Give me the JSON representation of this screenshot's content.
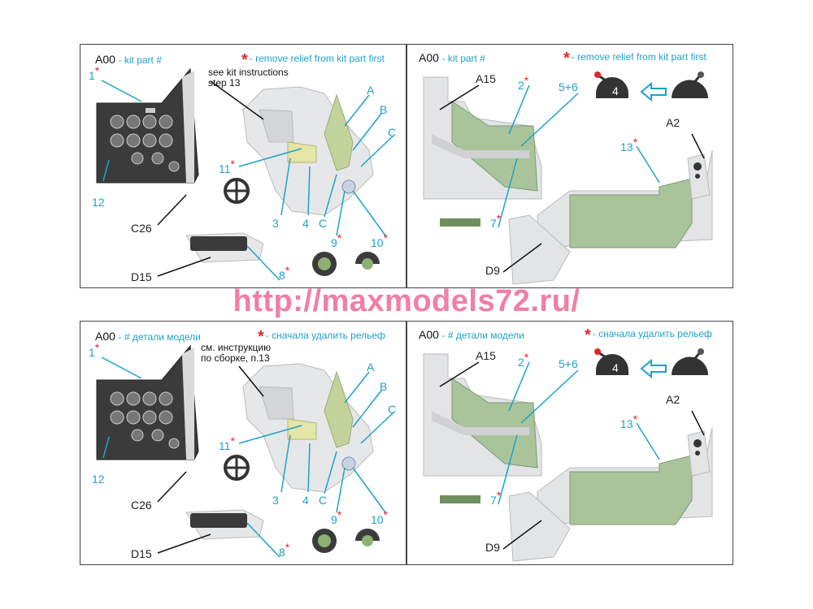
{
  "watermark": "http://maxmodels72.ru/",
  "panels": {
    "en_left": {
      "code": "A00",
      "legend_part": "- kit part #",
      "legend_relief": "- remove relief from kit part first",
      "note_lines": [
        "see kit instructions",
        "step 13"
      ],
      "parts": [
        "1",
        "12",
        "11",
        "3",
        "4",
        "C",
        "9",
        "10",
        "8",
        "A",
        "B",
        "C"
      ],
      "labels": [
        "C26",
        "D15"
      ]
    },
    "en_right": {
      "code": "A00",
      "legend_part": "- kit part #",
      "legend_relief": "- remove relief from kit part first",
      "parts": [
        "2",
        "5+6",
        "7",
        "13"
      ],
      "labels": [
        "A15",
        "A2",
        "D9"
      ],
      "lever_number": "4"
    },
    "ru_left": {
      "code": "A00",
      "legend_part": "- # детали модели",
      "legend_relief": "- сначала удалить рельеф",
      "note_lines": [
        "см. инструкцию",
        "по сборке, п.13"
      ],
      "parts": [
        "1",
        "12",
        "11",
        "3",
        "4",
        "C",
        "9",
        "10",
        "8",
        "A",
        "B",
        "C"
      ],
      "labels": [
        "C26",
        "D15"
      ]
    },
    "ru_right": {
      "code": "A00",
      "legend_part": "- # детали модели",
      "legend_relief": "- сначала удалить рельеф",
      "parts": [
        "2",
        "5+6",
        "7",
        "13"
      ],
      "labels": [
        "A15",
        "A2",
        "D9"
      ],
      "lever_number": "4"
    }
  },
  "colors": {
    "accent": "#1fa2c8",
    "star": "#e2262a",
    "resin": "#e2e4e6",
    "panel_green": "#a9c49b",
    "dark": "#3a3a3a",
    "watermark": "#f27ea4"
  }
}
